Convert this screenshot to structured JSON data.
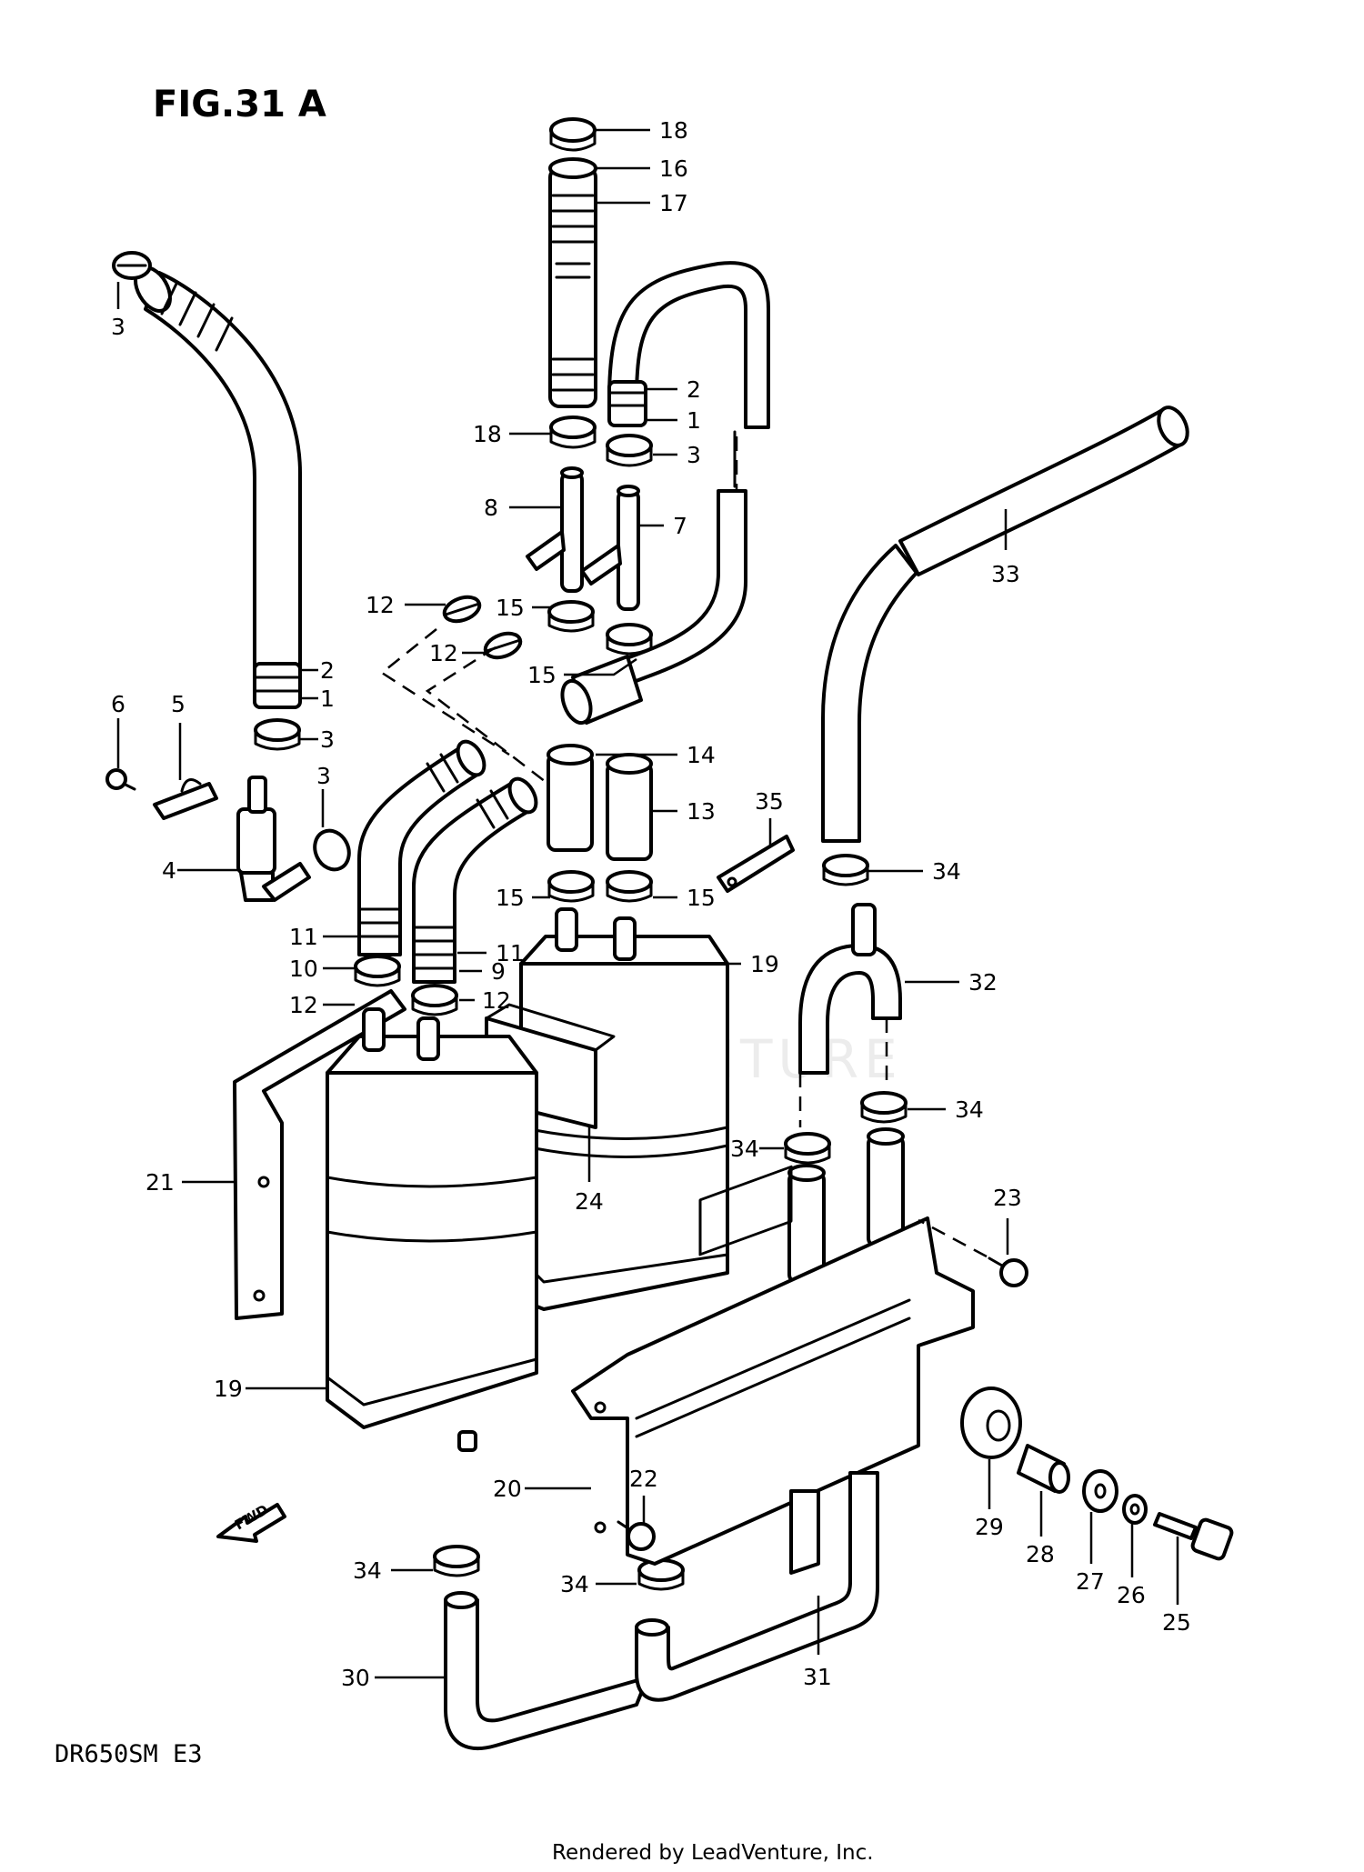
{
  "figure": {
    "title": "FIG.31 A",
    "model": "DR650SM  E3",
    "footer": "Rendered by LeadVenture, Inc.",
    "watermark": "LEADVENTURE",
    "fwd_label": "FWD"
  },
  "callouts": [
    {
      "id": "c18a",
      "label": "18"
    },
    {
      "id": "c16",
      "label": "16"
    },
    {
      "id": "c17",
      "label": "17"
    },
    {
      "id": "c3a",
      "label": "3"
    },
    {
      "id": "c2a",
      "label": "2"
    },
    {
      "id": "c1a",
      "label": "1"
    },
    {
      "id": "c18b",
      "label": "18"
    },
    {
      "id": "c3b",
      "label": "3"
    },
    {
      "id": "c8",
      "label": "8"
    },
    {
      "id": "c7",
      "label": "7"
    },
    {
      "id": "c33",
      "label": "33"
    },
    {
      "id": "c12a",
      "label": "12"
    },
    {
      "id": "c15a",
      "label": "15"
    },
    {
      "id": "c12b",
      "label": "12"
    },
    {
      "id": "c15b",
      "label": "15"
    },
    {
      "id": "c2b",
      "label": "2"
    },
    {
      "id": "c1b",
      "label": "1"
    },
    {
      "id": "c6",
      "label": "6"
    },
    {
      "id": "c5",
      "label": "5"
    },
    {
      "id": "c3c",
      "label": "3"
    },
    {
      "id": "c14",
      "label": "14"
    },
    {
      "id": "c3d",
      "label": "3"
    },
    {
      "id": "c13",
      "label": "13"
    },
    {
      "id": "c35",
      "label": "35"
    },
    {
      "id": "c4",
      "label": "4"
    },
    {
      "id": "c34a",
      "label": "34"
    },
    {
      "id": "c15c",
      "label": "15"
    },
    {
      "id": "c15d",
      "label": "15"
    },
    {
      "id": "c11a",
      "label": "11"
    },
    {
      "id": "c10",
      "label": "10"
    },
    {
      "id": "c11b",
      "label": "11"
    },
    {
      "id": "c9",
      "label": "9"
    },
    {
      "id": "c19a",
      "label": "19"
    },
    {
      "id": "c32",
      "label": "32"
    },
    {
      "id": "c12c",
      "label": "12"
    },
    {
      "id": "c12d",
      "label": "12"
    },
    {
      "id": "c34b",
      "label": "34"
    },
    {
      "id": "c34c",
      "label": "34"
    },
    {
      "id": "c21",
      "label": "21"
    },
    {
      "id": "c24",
      "label": "24"
    },
    {
      "id": "c23",
      "label": "23"
    },
    {
      "id": "c19b",
      "label": "19"
    },
    {
      "id": "c20",
      "label": "20"
    },
    {
      "id": "c22",
      "label": "22"
    },
    {
      "id": "c29",
      "label": "29"
    },
    {
      "id": "c28",
      "label": "28"
    },
    {
      "id": "c27",
      "label": "27"
    },
    {
      "id": "c26",
      "label": "26"
    },
    {
      "id": "c25",
      "label": "25"
    },
    {
      "id": "c34d",
      "label": "34"
    },
    {
      "id": "c34e",
      "label": "34"
    },
    {
      "id": "c30",
      "label": "30"
    },
    {
      "id": "c31",
      "label": "31"
    }
  ]
}
